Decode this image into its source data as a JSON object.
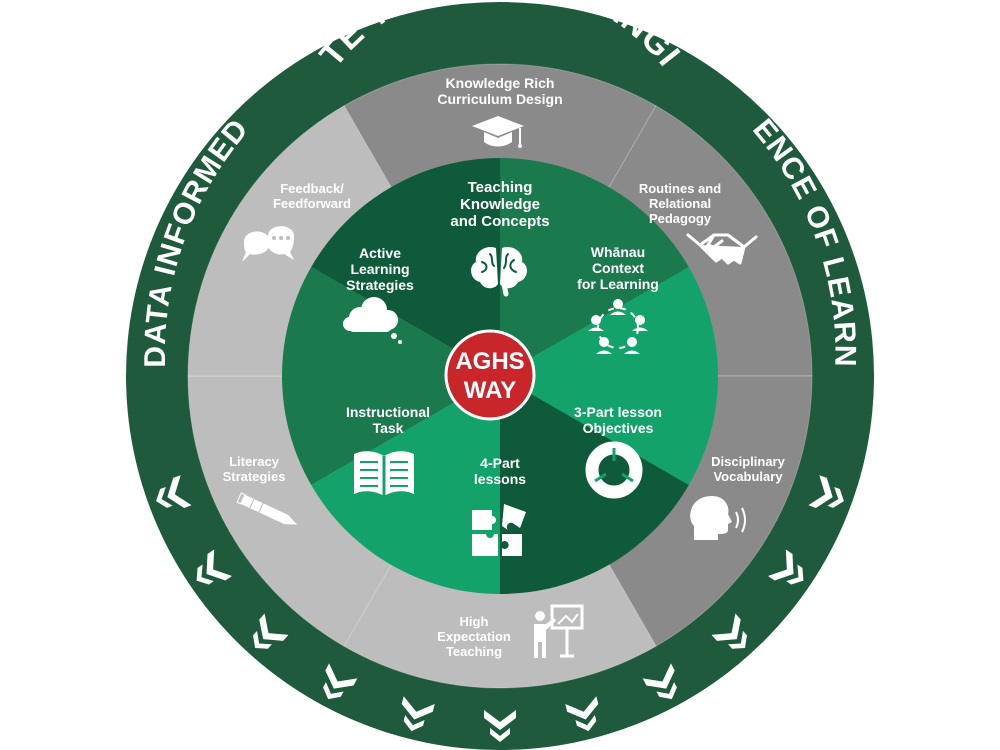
{
  "ring_labels": {
    "top": "TE TIRITI O WAITANGI",
    "left": "DATA INFORMED",
    "right": "SCIENCE OF LEARNING"
  },
  "center": {
    "line1": "AGHS",
    "line2": "WAY"
  },
  "inner_segments": [
    {
      "lines": [
        "Teaching",
        "Knowledge",
        "and Concepts"
      ],
      "icon": "brain-icon"
    },
    {
      "lines": [
        "Whānau",
        "Context",
        "for Learning"
      ],
      "icon": "group-network-icon"
    },
    {
      "lines": [
        "3-Part lesson",
        "Objectives"
      ],
      "icon": "donut-chart-icon"
    },
    {
      "lines": [
        "4-Part",
        "lessons"
      ],
      "icon": "puzzle-icon"
    },
    {
      "lines": [
        "Instructional",
        "Task"
      ],
      "icon": "open-book-icon"
    },
    {
      "lines": [
        "Active",
        "Learning",
        "Strategies"
      ],
      "icon": "thought-cloud-icon"
    }
  ],
  "outer_segments": [
    {
      "lines": [
        "Knowledge Rich",
        "Curriculum Design"
      ],
      "icon": "graduation-cap-icon"
    },
    {
      "lines": [
        "Routines and",
        "Relational",
        "Pedagogy"
      ],
      "icon": "handshake-icon"
    },
    {
      "lines": [
        "Disciplinary",
        "Vocabulary"
      ],
      "icon": "speaking-head-icon"
    },
    {
      "lines": [
        "High",
        "Expectation",
        "Teaching"
      ],
      "icon": "presenter-board-icon"
    },
    {
      "lines": [
        "Literacy",
        "Strategies"
      ],
      "icon": "pencil-icon"
    },
    {
      "lines": [
        "Feedback/",
        "Feedforward"
      ],
      "icon": "speech-bubbles-icon"
    }
  ],
  "colors": {
    "outer_ring": "#1f5a3c",
    "inner_dark": "#0f5a3a",
    "inner_mid": "#1a7a4e",
    "inner_light": "#13a36a",
    "outer_dark_grey": "#8a8a8a",
    "outer_mid_grey": "#a6a6a6",
    "outer_light_grey": "#bdbdbd",
    "center": "#c8262a",
    "pattern": "#ffffff"
  }
}
